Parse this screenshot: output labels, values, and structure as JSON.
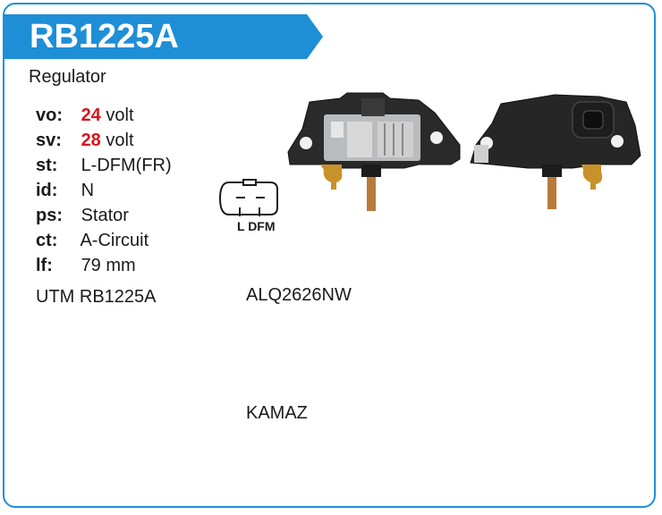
{
  "header": {
    "title": "RB1225A"
  },
  "product_type": "Regulator",
  "specs": [
    {
      "key": "vo:",
      "value": "24",
      "unit": "volt"
    },
    {
      "key": "sv:",
      "value": "28",
      "unit": "volt"
    },
    {
      "key": "st:",
      "value": "L-DFM(FR)"
    },
    {
      "key": "id:",
      "value": "N"
    },
    {
      "key": "ps:",
      "value": "Stator"
    },
    {
      "key": "ct:",
      "value": "A-Circuit"
    },
    {
      "key": "lf:",
      "value": "79 mm"
    }
  ],
  "references": {
    "utm": "UTM RB1225A",
    "oem": "ALQ2626NW",
    "application": "KAMAZ"
  },
  "connector": {
    "label": "L DFM"
  },
  "colors": {
    "accent": "#1e8fd6",
    "highlight": "#d6161e"
  }
}
